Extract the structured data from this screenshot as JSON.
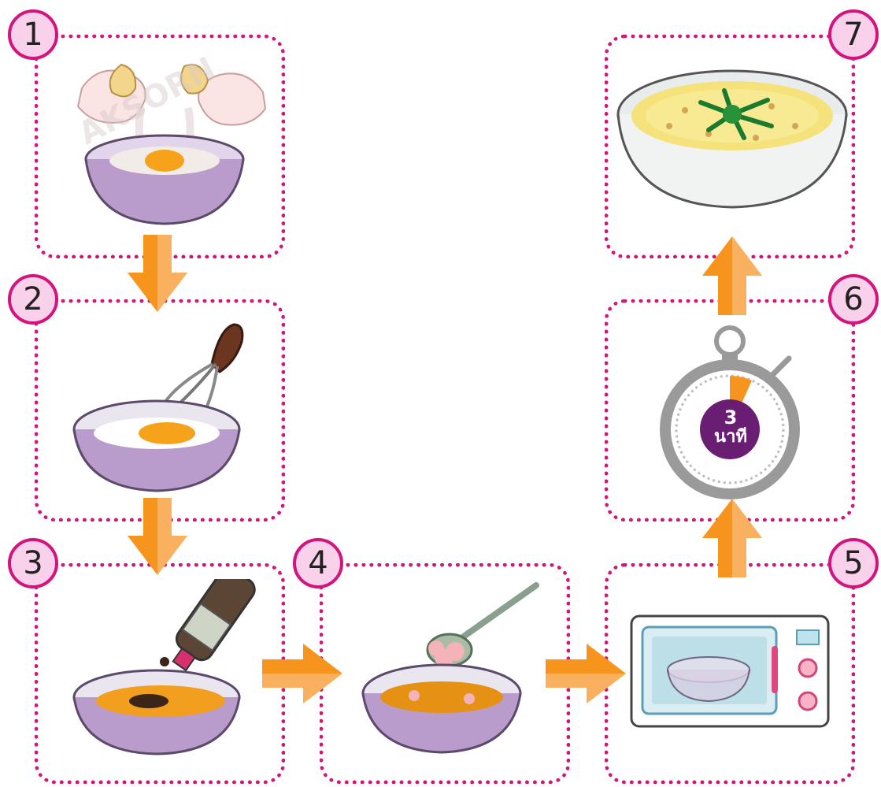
{
  "steps": [
    {
      "number": "1",
      "image": "cracking-eggs-into-bowl"
    },
    {
      "number": "2",
      "image": "whisking-eggs"
    },
    {
      "number": "3",
      "image": "adding-sauce"
    },
    {
      "number": "4",
      "image": "adding-minced-pork"
    },
    {
      "number": "5",
      "image": "microwave"
    },
    {
      "number": "6",
      "image": "stopwatch"
    },
    {
      "number": "7",
      "image": "steamed-egg-bowl"
    }
  ],
  "timer": {
    "value": "3",
    "unit": "นาที"
  },
  "watermark": "AKSORN",
  "colors": {
    "border": "#d4147d",
    "badge_fill": "#f9d1ea",
    "arrow": "#f7941d",
    "arrow_light": "#fcc58c",
    "bowl": "#b99ccc",
    "timer_center": "#6a1e73",
    "timer_accent": "#f7941d"
  }
}
